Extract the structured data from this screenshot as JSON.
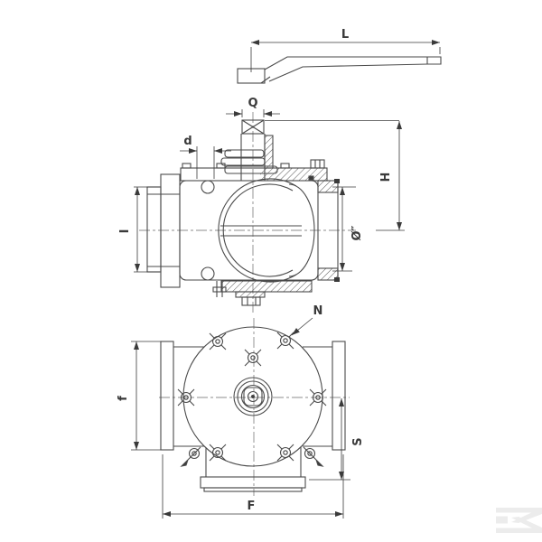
{
  "drawing": {
    "description_labels": {
      "L": "L",
      "Q": "Q",
      "d": "d",
      "H": "H",
      "I": "I",
      "diameter": "Ø″",
      "N": "N",
      "f": "f",
      "S": "S",
      "F": "F"
    },
    "colors": {
      "background": "#ffffff",
      "line": "#4a4a4a",
      "dimension": "#3a3a3a",
      "watermark": "#ececec"
    },
    "watermark": {
      "name": "k-logo"
    }
  }
}
